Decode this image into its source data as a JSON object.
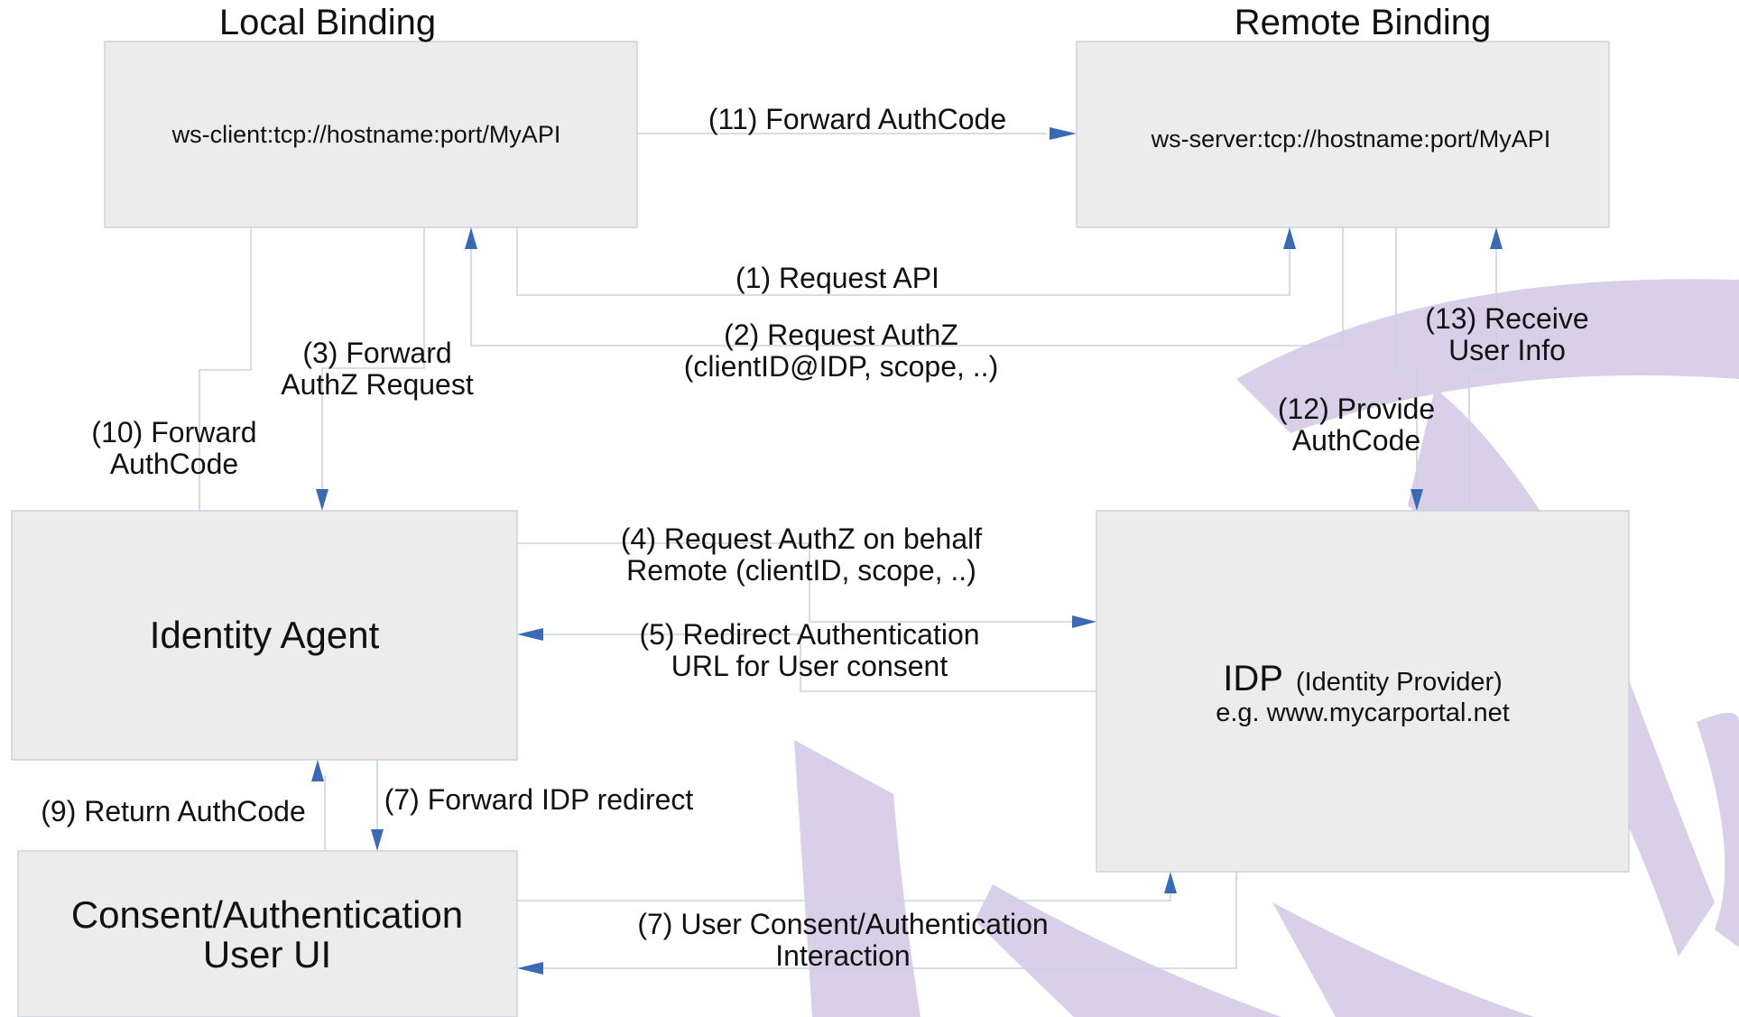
{
  "titles": {
    "local": "Local Binding",
    "remote": "Remote Binding"
  },
  "boxes": {
    "ws_client": "ws-client:tcp://hostname:port/MyAPI",
    "ws_server": "ws-server:tcp://hostname:port/MyAPI",
    "identity_agent": "Identity Agent",
    "idp_main": "IDP",
    "idp_paren": "(Identity Provider)",
    "idp_example": "e.g. www.mycarportal.net",
    "consent_line1": "Consent/Authentication",
    "consent_line2": "User UI"
  },
  "edges": {
    "e11": "(11) Forward AuthCode",
    "e1": "(1) Request API",
    "e2_line1": "(2) Request AuthZ",
    "e2_line2": "(clientID@IDP, scope, ..)",
    "e3_line1": "(3) Forward",
    "e3_line2": "AuthZ Request",
    "e10_line1": "(10) Forward",
    "e10_line2": "AuthCode",
    "e13_line1": "(13) Receive",
    "e13_line2": "User Info",
    "e12_line1": "(12) Provide",
    "e12_line2": "AuthCode",
    "e4_line1": "(4) Request AuthZ on behalf",
    "e4_line2": "Remote (clientID, scope, ..)",
    "e5_line1": "(5) Redirect Authentication",
    "e5_line2": "URL for User consent",
    "e9": "(9) Return AuthCode",
    "e7_forward": "(7) Forward IDP redirect",
    "e7_user_line1": "(7) User Consent/Authentication",
    "e7_user_line2": "Interaction"
  },
  "colors": {
    "box_fill": "#ececec",
    "line": "#c9d3e0",
    "arrow": "#3a6ab4",
    "watermark": "#d9cfe8"
  }
}
